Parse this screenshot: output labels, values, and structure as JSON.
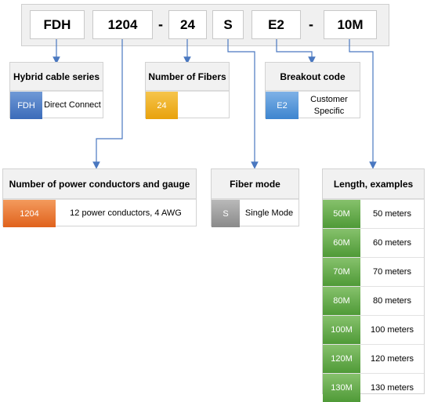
{
  "part_number": {
    "segments": [
      "FDH",
      "1204",
      "24",
      "S",
      "E2",
      "10M"
    ],
    "separators": [
      "-",
      "-"
    ]
  },
  "series": {
    "title": "Hybrid cable series",
    "code": "FDH",
    "description": "Direct Connect"
  },
  "fibers": {
    "title": "Number of Fibers",
    "code": "24"
  },
  "breakout": {
    "title": "Breakout code",
    "code": "E2",
    "description": "Customer Specific"
  },
  "power": {
    "title": "Number of power conductors and gauge",
    "code": "1204",
    "description": "12 power conductors, 4 AWG"
  },
  "mode": {
    "title": "Fiber mode",
    "code": "S",
    "description": "Single Mode"
  },
  "length": {
    "title": "Length, examples",
    "rows": [
      {
        "code": "50M",
        "description": "50 meters"
      },
      {
        "code": "60M",
        "description": "60 meters"
      },
      {
        "code": "70M",
        "description": "70 meters"
      },
      {
        "code": "80M",
        "description": "80 meters"
      },
      {
        "code": "100M",
        "description": "100 meters"
      },
      {
        "code": "120M",
        "description": "120 meters"
      },
      {
        "code": "130M",
        "description": "130 meters"
      }
    ]
  },
  "colors": {
    "connector": "#4a78c0",
    "series_code": "#3b6bb9",
    "fibers_code": "#e8a20c",
    "breakout_code": "#3d85cf",
    "power_code": "#e0621c",
    "mode_code": "#8a8a8a",
    "length_code": "#4f9a37"
  }
}
